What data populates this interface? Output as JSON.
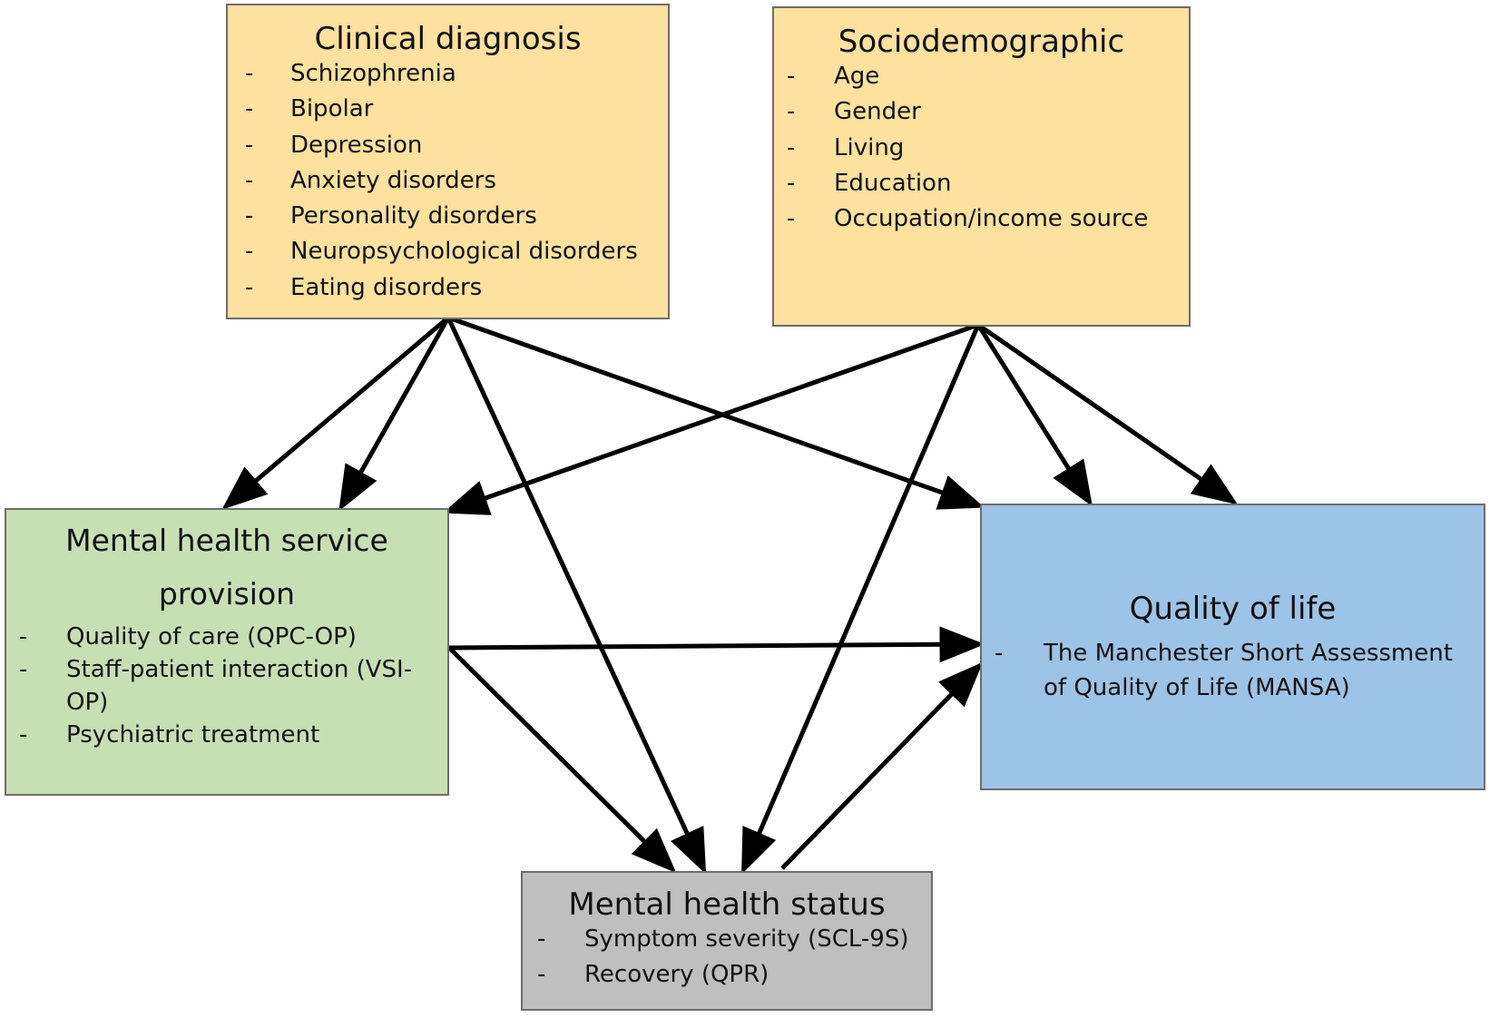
{
  "nodes": {
    "clinical": {
      "title": "Clinical diagnosis",
      "items": [
        "Schizophrenia",
        "Bipolar",
        "Depression",
        "Anxiety disorders",
        "Personality disorders",
        "Neuropsychological disorders",
        "Eating disorders"
      ],
      "color": "#fde19e"
    },
    "socio": {
      "title": "Sociodemographic",
      "items": [
        "Age",
        "Gender",
        "Living",
        "Education",
        "Occupation/income source"
      ],
      "color": "#fde19e"
    },
    "service": {
      "title_line1": "Mental health service",
      "title_line2": "provision",
      "items": [
        "Quality of care (QPC-OP)",
        "Staff-patient  interaction (VSI-OP)",
        "Psychiatric treatment"
      ],
      "color": "#c6e0b4"
    },
    "qol": {
      "title": "Quality of life",
      "items": [
        "The Manchester Short Assessment of Quality of Life (MANSA)"
      ],
      "color": "#9dc3e6"
    },
    "status": {
      "title": "Mental health status",
      "items": [
        "Symptom severity (SCL-9S)",
        "Recovery (QPR)"
      ],
      "color": "#bfbfbf"
    }
  },
  "bullet": "-",
  "edges": [
    {
      "from": "clinical",
      "to": "service"
    },
    {
      "from": "clinical",
      "to": "service"
    },
    {
      "from": "clinical",
      "to": "status"
    },
    {
      "from": "clinical",
      "to": "qol"
    },
    {
      "from": "socio",
      "to": "service"
    },
    {
      "from": "socio",
      "to": "status"
    },
    {
      "from": "socio",
      "to": "qol"
    },
    {
      "from": "socio",
      "to": "qol"
    },
    {
      "from": "service",
      "to": "qol"
    },
    {
      "from": "service",
      "to": "status"
    },
    {
      "from": "status",
      "to": "qol"
    }
  ]
}
